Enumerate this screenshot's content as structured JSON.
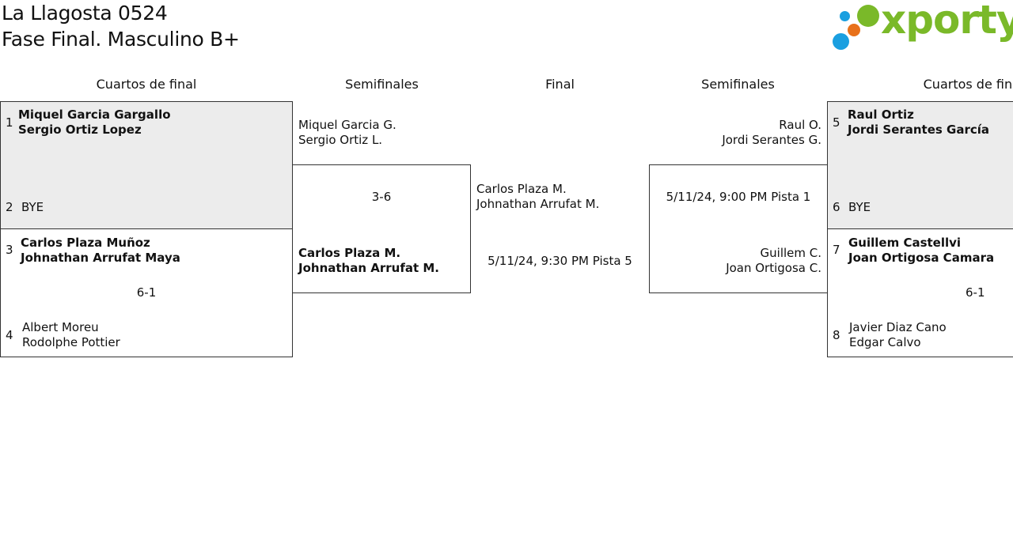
{
  "header": {
    "title": "La Llagosta 0524",
    "subtitle": "Fase Final. Masculino B+"
  },
  "logo": {
    "text": "xporty",
    "color": "#7ab929",
    "dot_colors": [
      "#7ab929",
      "#1a9fe0",
      "#e8711a",
      "#1a9fe0"
    ]
  },
  "columns": [
    "Cuartos de final",
    "Semifinales",
    "Final",
    "Semifinales",
    "Cuartos de final"
  ],
  "left": {
    "qf1": {
      "seed_a": "1",
      "a_line1": "Miquel Garcia Gargallo",
      "a_line2": "Sergio Ortiz Lopez",
      "seed_b": "2",
      "b_line1": "BYE"
    },
    "qf2": {
      "seed_a": "3",
      "a_line1": "Carlos Plaza Muñoz",
      "a_line2": "Johnathan Arrufat Maya",
      "score": "6-1",
      "seed_b": "4",
      "b_line1": "Albert Moreu",
      "b_line2": "Rodolphe Pottier"
    },
    "sf": {
      "a_line1": "Miquel Garcia G.",
      "a_line2": "Sergio Ortiz L.",
      "score": "3-6",
      "b_line1": "Carlos Plaza M.",
      "b_line2": "Johnathan Arrufat M."
    }
  },
  "final": {
    "a_line1": "Carlos Plaza M.",
    "a_line2": "Johnathan Arrufat M.",
    "schedule": "5/11/24, 9:30 PM Pista 5"
  },
  "right": {
    "sf": {
      "a_line1": "Raul O.",
      "a_line2": "Jordi Serantes G.",
      "schedule": "5/11/24, 9:00 PM Pista 1",
      "b_line1": "Guillem C.",
      "b_line2": "Joan Ortigosa C."
    },
    "qf1": {
      "seed_a": "5",
      "a_line1": "Raul Ortiz",
      "a_line2": "Jordi Serantes García",
      "seed_b": "6",
      "b_line1": "BYE"
    },
    "qf2": {
      "seed_a": "7",
      "a_line1": "Guillem Castellvi",
      "a_line2": "Joan Ortigosa Camara",
      "score": "6-1",
      "seed_b": "8",
      "b_line1": "Javier Diaz Cano",
      "b_line2": "Edgar Calvo"
    }
  }
}
